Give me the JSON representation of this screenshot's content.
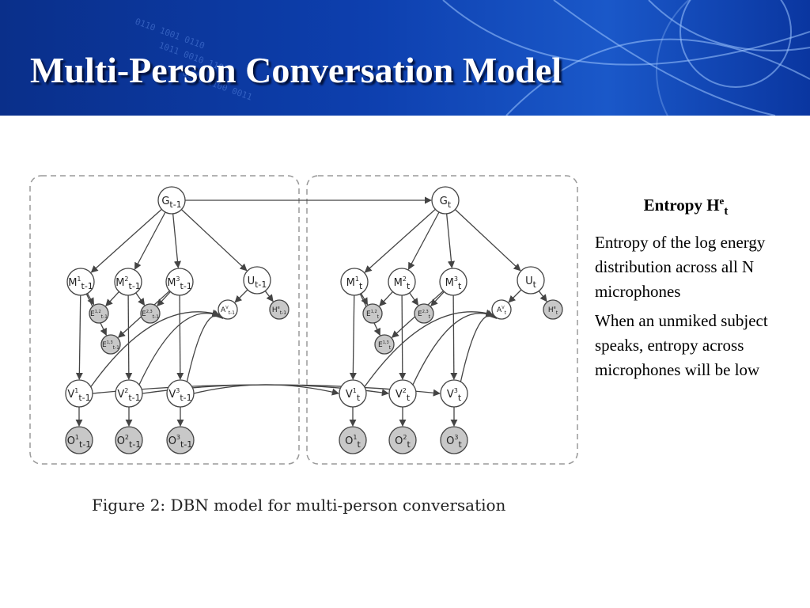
{
  "slide": {
    "title": "Multi-Person Conversation Model",
    "caption": "Figure 2: DBN model for multi-person conversation"
  },
  "sidebar": {
    "heading": {
      "base": "Entropy H",
      "sup": "e",
      "sub": "t"
    },
    "paragraphs": [
      "Entropy of the log energy distribution across all N microphones",
      "When an unmiked subject speaks, entropy across microphones will be low"
    ]
  },
  "diagram": {
    "slices": [
      {
        "id": "prev",
        "nodes": [
          {
            "id": "G",
            "base": "G",
            "sub": "t-1",
            "sup": "",
            "shaded": false,
            "size": "large"
          },
          {
            "id": "M1",
            "base": "M",
            "sup": "1",
            "sub": "t-1",
            "shaded": false,
            "size": "large"
          },
          {
            "id": "M2",
            "base": "M",
            "sup": "2",
            "sub": "t-1",
            "shaded": false,
            "size": "large"
          },
          {
            "id": "M3",
            "base": "M",
            "sup": "3",
            "sub": "t-1",
            "shaded": false,
            "size": "large"
          },
          {
            "id": "U",
            "base": "U",
            "sup": "",
            "sub": "t-1",
            "shaded": false,
            "size": "large"
          },
          {
            "id": "E12",
            "base": "E",
            "sup": "1,2",
            "sub": "t-1",
            "shaded": true,
            "size": "small"
          },
          {
            "id": "E23",
            "base": "E",
            "sup": "2,3",
            "sub": "t-1",
            "shaded": true,
            "size": "small"
          },
          {
            "id": "E13",
            "base": "E",
            "sup": "1,3",
            "sub": "t-1",
            "shaded": true,
            "size": "small"
          },
          {
            "id": "A",
            "base": "A",
            "sup": "V",
            "sub": "t-1",
            "shaded": false,
            "size": "small"
          },
          {
            "id": "H",
            "base": "H",
            "sup": "e",
            "sub": "t-1",
            "shaded": true,
            "size": "small"
          },
          {
            "id": "V1",
            "base": "V",
            "sup": "1",
            "sub": "t-1",
            "shaded": false,
            "size": "large"
          },
          {
            "id": "V2",
            "base": "V",
            "sup": "2",
            "sub": "t-1",
            "shaded": false,
            "size": "large"
          },
          {
            "id": "V3",
            "base": "V",
            "sup": "3",
            "sub": "t-1",
            "shaded": false,
            "size": "large"
          },
          {
            "id": "O1",
            "base": "O",
            "sup": "1",
            "sub": "t-1",
            "shaded": true,
            "size": "large"
          },
          {
            "id": "O2",
            "base": "O",
            "sup": "2",
            "sub": "t-1",
            "shaded": true,
            "size": "large"
          },
          {
            "id": "O3",
            "base": "O",
            "sup": "3",
            "sub": "t-1",
            "shaded": true,
            "size": "large"
          }
        ]
      },
      {
        "id": "curr",
        "nodes": [
          {
            "id": "G",
            "base": "G",
            "sub": "t",
            "sup": "",
            "shaded": false,
            "size": "large"
          },
          {
            "id": "M1",
            "base": "M",
            "sup": "1",
            "sub": "t",
            "shaded": false,
            "size": "large"
          },
          {
            "id": "M2",
            "base": "M",
            "sup": "2",
            "sub": "t",
            "shaded": false,
            "size": "large"
          },
          {
            "id": "M3",
            "base": "M",
            "sup": "3",
            "sub": "t",
            "shaded": false,
            "size": "large"
          },
          {
            "id": "U",
            "base": "U",
            "sup": "",
            "sub": "t",
            "shaded": false,
            "size": "large"
          },
          {
            "id": "E12",
            "base": "E",
            "sup": "1,2",
            "sub": "t",
            "shaded": true,
            "size": "small"
          },
          {
            "id": "E23",
            "base": "E",
            "sup": "2,3",
            "sub": "t",
            "shaded": true,
            "size": "small"
          },
          {
            "id": "E13",
            "base": "E",
            "sup": "1,3",
            "sub": "t",
            "shaded": true,
            "size": "small"
          },
          {
            "id": "A",
            "base": "A",
            "sup": "V",
            "sub": "t",
            "shaded": false,
            "size": "small"
          },
          {
            "id": "H",
            "base": "H",
            "sup": "e",
            "sub": "t",
            "shaded": true,
            "size": "small"
          },
          {
            "id": "V1",
            "base": "V",
            "sup": "1",
            "sub": "t",
            "shaded": false,
            "size": "large"
          },
          {
            "id": "V2",
            "base": "V",
            "sup": "2",
            "sub": "t",
            "shaded": false,
            "size": "large"
          },
          {
            "id": "V3",
            "base": "V",
            "sup": "3",
            "sub": "t",
            "shaded": false,
            "size": "large"
          },
          {
            "id": "O1",
            "base": "O",
            "sup": "1",
            "sub": "t",
            "shaded": true,
            "size": "large"
          },
          {
            "id": "O2",
            "base": "O",
            "sup": "2",
            "sub": "t",
            "shaded": true,
            "size": "large"
          },
          {
            "id": "O3",
            "base": "O",
            "sup": "3",
            "sub": "t",
            "shaded": true,
            "size": "large"
          }
        ]
      }
    ],
    "intra_edges": [
      [
        "G",
        "M1"
      ],
      [
        "G",
        "M2"
      ],
      [
        "G",
        "M3"
      ],
      [
        "G",
        "U"
      ],
      [
        "M1",
        "E12"
      ],
      [
        "M2",
        "E12"
      ],
      [
        "M2",
        "E23"
      ],
      [
        "M3",
        "E23"
      ],
      [
        "M1",
        "E13"
      ],
      [
        "M3",
        "E13"
      ],
      [
        "U",
        "A"
      ],
      [
        "U",
        "H"
      ],
      [
        "M1",
        "V1"
      ],
      [
        "M2",
        "V2"
      ],
      [
        "M3",
        "V3"
      ],
      [
        "V1",
        "O1"
      ],
      [
        "V2",
        "O2"
      ],
      [
        "V3",
        "O3"
      ]
    ],
    "inter_edges": [
      [
        "prev.G",
        "curr.G"
      ],
      [
        "prev.V1",
        "prev.A"
      ],
      [
        "prev.V2",
        "prev.A"
      ],
      [
        "prev.V3",
        "prev.A"
      ],
      [
        "prev.V1",
        "curr.V3"
      ],
      [
        "prev.V2",
        "curr.V2"
      ],
      [
        "prev.V3",
        "curr.V1"
      ],
      [
        "curr.V1",
        "curr.A"
      ],
      [
        "curr.V2",
        "curr.A"
      ],
      [
        "curr.V3",
        "curr.A"
      ]
    ],
    "colors": {
      "shaded_fill": "#c8c8c8",
      "node_fill": "#ffffff",
      "stroke": "#444444",
      "box_stroke": "#9a9a9a"
    }
  }
}
